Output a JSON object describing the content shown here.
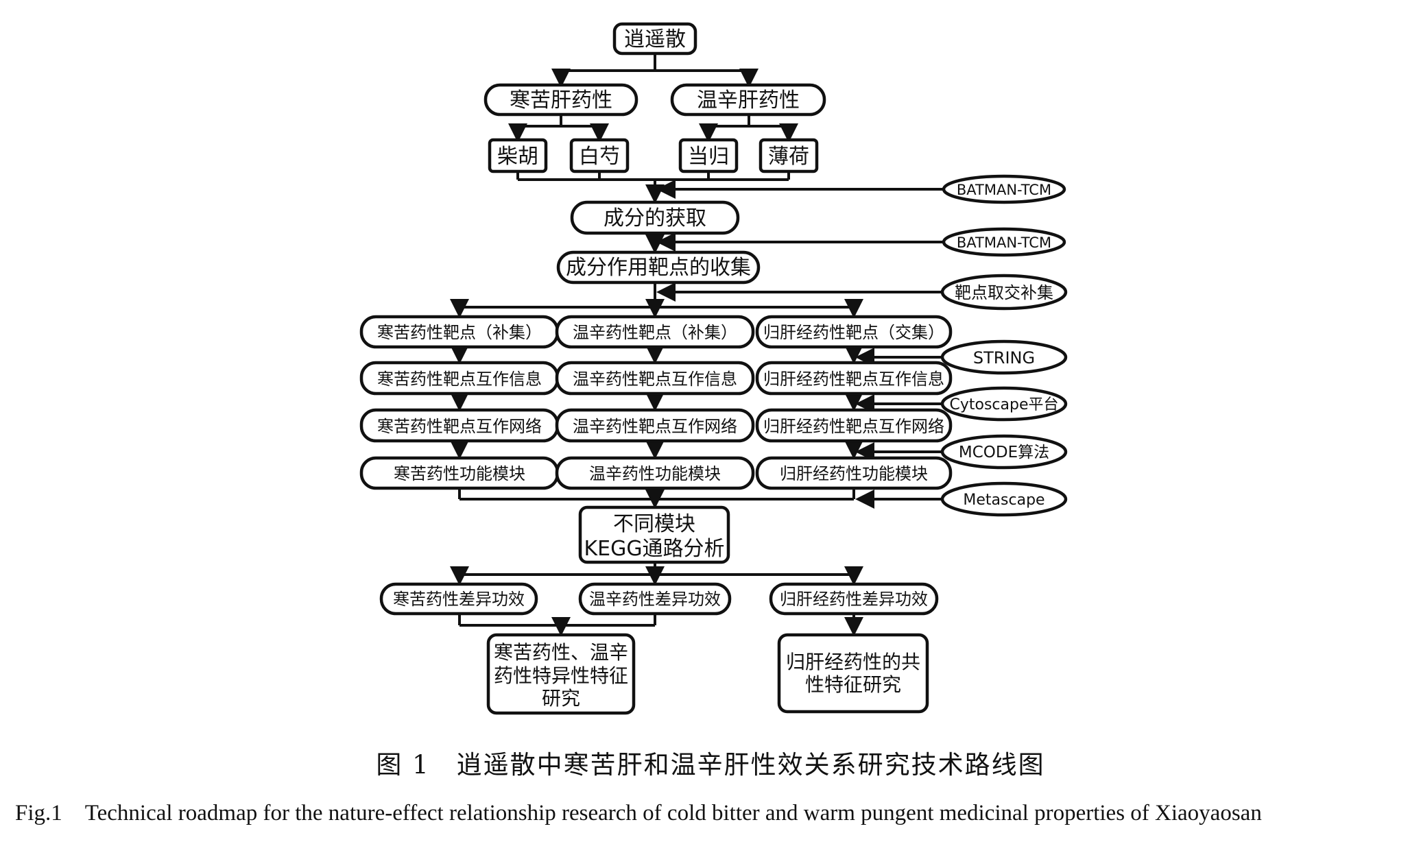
{
  "nodes": {
    "root": "逍遥散",
    "cold": "寒苦肝药性",
    "warm": "温辛肝药性",
    "chaihu": "柴胡",
    "baishao": "白芍",
    "danggui": "当归",
    "bohe": "薄荷",
    "ingredients": "成分的获取",
    "targets": "成分作用靶点的收集",
    "cold_targets": "寒苦药性靶点（补集）",
    "warm_targets": "温辛药性靶点（补集）",
    "liver_targets": "归肝经药性靶点（交集）",
    "cold_ppi": "寒苦药性靶点互作信息",
    "warm_ppi": "温辛药性靶点互作信息",
    "liver_ppi": "归肝经药性靶点互作信息",
    "cold_net": "寒苦药性靶点互作网络",
    "warm_net": "温辛药性靶点互作网络",
    "liver_net": "归肝经药性靶点互作网络",
    "cold_mod": "寒苦药性功能模块",
    "warm_mod": "温辛药性功能模块",
    "liver_mod": "归肝经药性功能模块",
    "kegg_line1": "不同模块",
    "kegg_line2": "KEGG通路分析",
    "cold_eff": "寒苦药性差异功效",
    "warm_eff": "温辛药性差异功效",
    "liver_eff": "归肝经药性差异功效",
    "specific_line1": "寒苦药性、温辛",
    "specific_line2": "药性特异性特征",
    "specific_line3": "研究",
    "common_line1": "归肝经药性的共",
    "common_line2": "性特征研究"
  },
  "tools": {
    "batman1": "BATMAN-TCM",
    "batman2": "BATMAN-TCM",
    "intersect": "靶点取交补集",
    "string": "STRING",
    "cytoscape": "Cytoscape平台",
    "mcode": "MCODE算法",
    "metascape": "Metascape"
  },
  "caption": {
    "cn": "图 1　逍遥散中寒苦肝和温辛肝性效关系研究技术路线图",
    "en": "Fig.1　Technical roadmap for the nature-effect relationship research of cold bitter and warm pungent medicinal properties of Xiaoyaosan"
  }
}
